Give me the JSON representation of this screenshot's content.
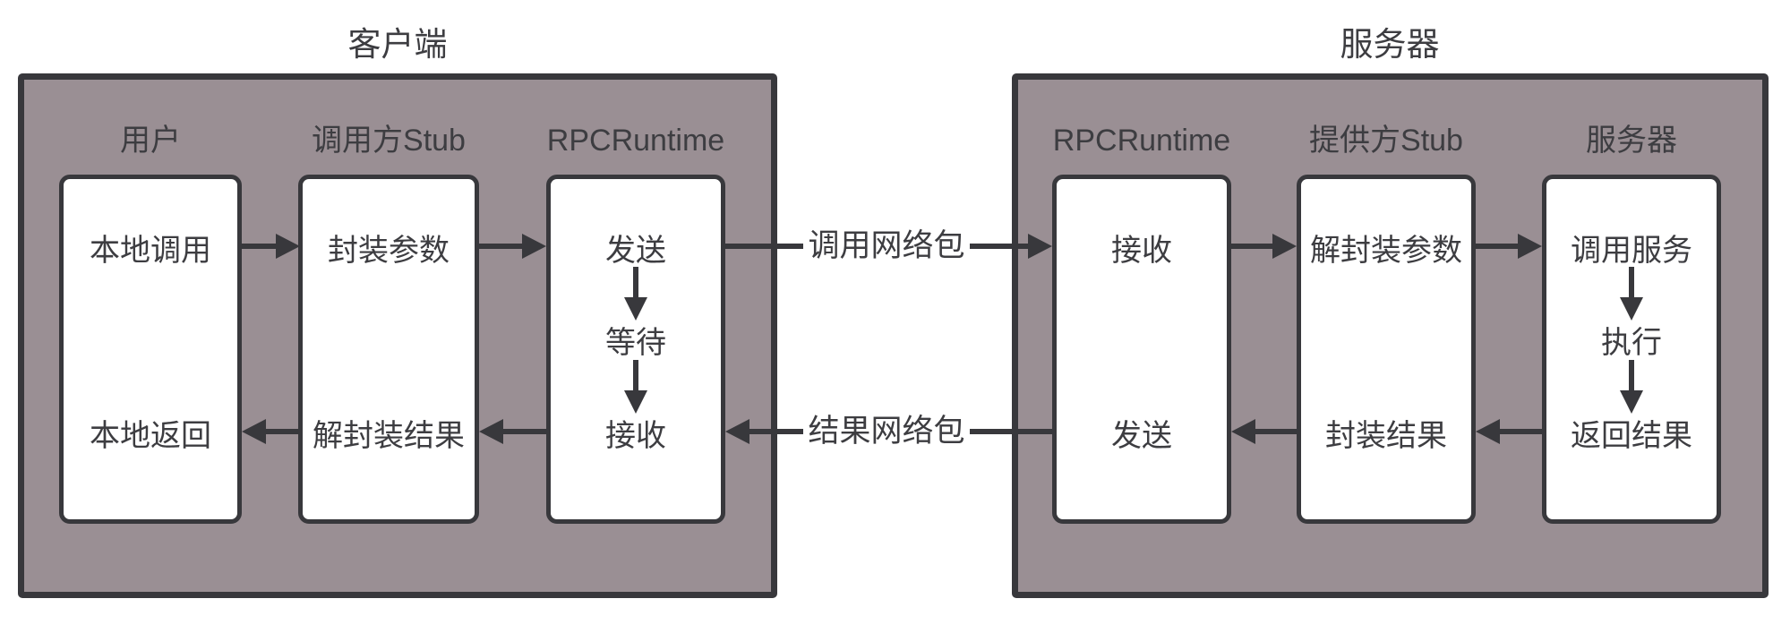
{
  "colors": {
    "panel_fill": "#9a8f94",
    "line": "#38383c",
    "text": "#3d3d41",
    "box_fill": "#ffffff"
  },
  "client": {
    "title": "客户端",
    "columns": [
      {
        "label": "用户",
        "top": "本地调用",
        "bottom": "本地返回"
      },
      {
        "label": "调用方Stub",
        "top": "封装参数",
        "bottom": "解封装结果"
      },
      {
        "label": "RPCRuntime",
        "top": "发送",
        "middle": "等待",
        "bottom": "接收"
      }
    ]
  },
  "server": {
    "title": "服务器",
    "columns": [
      {
        "label": "RPCRuntime",
        "top": "接收",
        "bottom": "发送"
      },
      {
        "label": "提供方Stub",
        "top": "解封装参数",
        "bottom": "封装结果"
      },
      {
        "label": "服务器",
        "top": "调用服务",
        "middle": "执行",
        "bottom": "返回结果"
      }
    ]
  },
  "network": {
    "request_label": "调用网络包",
    "response_label": "结果网络包"
  }
}
